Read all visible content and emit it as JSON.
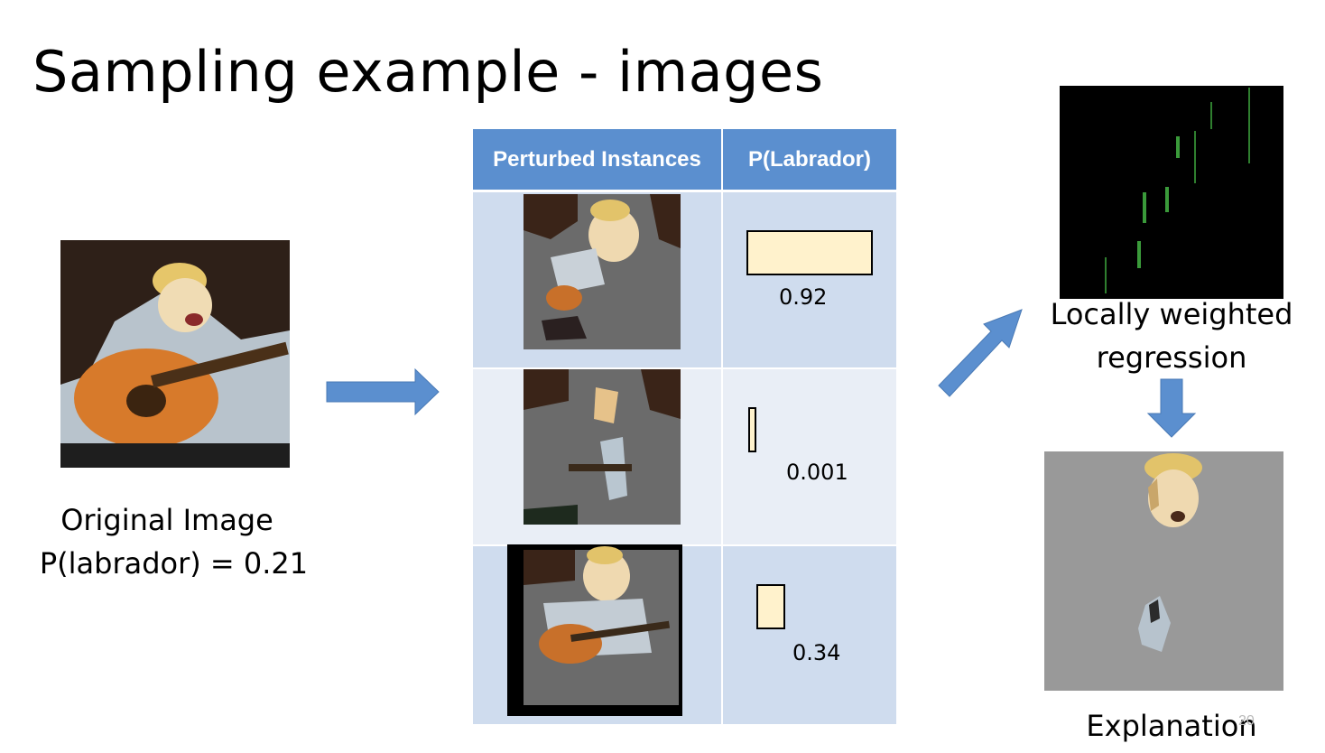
{
  "title": "Sampling example - images",
  "original": {
    "caption_line1": "Original Image",
    "caption_line2": "P(labrador)  = 0.21"
  },
  "table": {
    "header_instances": "Perturbed Instances",
    "header_prob": "P(Labrador)",
    "rows": [
      {
        "probability": "0.92",
        "fraction": 0.92
      },
      {
        "probability": "0.001",
        "fraction": 0.001
      },
      {
        "probability": "0.34",
        "fraction": 0.34
      }
    ]
  },
  "regression_caption_line1": "Locally weighted",
  "regression_caption_line2": "regression",
  "explanation_caption": "Explanation",
  "page_number": "20",
  "colors": {
    "header_bg": "#5b8fcf",
    "row_dark": "#cfdcee",
    "row_light": "#e9eef6",
    "bar_fill": "#fff2cc",
    "arrow": "#5b8fcf",
    "regression_lines": "#3a9a3a"
  }
}
